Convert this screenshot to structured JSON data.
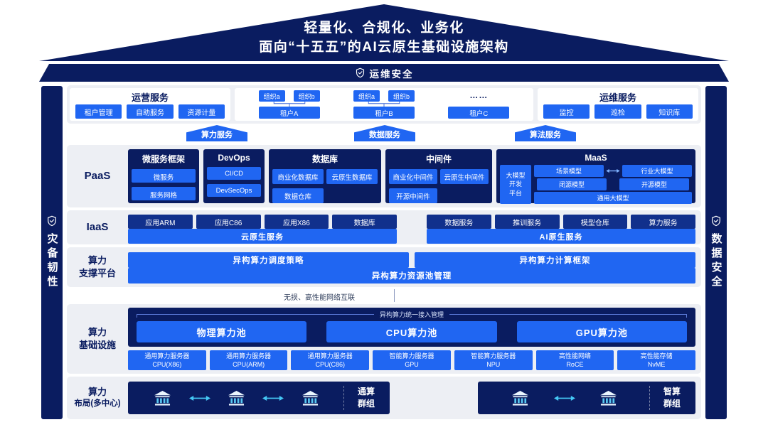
{
  "colors": {
    "navy": "#0A1C60",
    "accent": "#2066F2",
    "mid_blue": "#11308C",
    "cyan": "#45C8F5",
    "row_bg": "#EDEFF4"
  },
  "roof": {
    "line1": "轻量化、合规化、业务化",
    "line2": "面向“十五五”的AI云原生基础设施架构"
  },
  "security_bar": {
    "label": "运维安全"
  },
  "pillars": {
    "left": "灾备韧性",
    "right": "数据安全"
  },
  "ops_row": {
    "operation": {
      "title": "运营服务",
      "items": [
        "租户管理",
        "自助服务",
        "资源计量"
      ]
    },
    "tenants": {
      "groups": [
        {
          "orgs": [
            "组织a",
            "组织b"
          ],
          "tenant": "租户A"
        },
        {
          "orgs": [
            "组织a",
            "组织b"
          ],
          "tenant": "租户B"
        }
      ],
      "ellipsis": "……",
      "tenant_c": "租户C"
    },
    "maintenance": {
      "title": "运维服务",
      "items": [
        "监控",
        "巡检",
        "知识库"
      ]
    }
  },
  "service_arrows": [
    "算力服务",
    "数据服务",
    "算法服务"
  ],
  "paas": {
    "label": "PaaS",
    "microservice": {
      "title": "微服务框架",
      "items": [
        "微服务",
        "服务网格"
      ]
    },
    "devops": {
      "title": "DevOps",
      "items": [
        "CI/CD",
        "DevSecOps"
      ]
    },
    "database": {
      "title": "数据库",
      "row1": [
        "商业化数据库",
        "云原生数据库"
      ],
      "row2": "数据仓库"
    },
    "middleware": {
      "title": "中间件",
      "row1": [
        "商业化中间件",
        "云原生中间件"
      ],
      "row2": "开源中间件"
    },
    "maas": {
      "title": "MaaS",
      "platform": "大模型\n开发\n平台",
      "scene": "场景模型",
      "industry": "行业大模型",
      "closed": "闭源模型",
      "open": "开源模型",
      "general": "通用大模型"
    }
  },
  "iaas": {
    "label": "IaaS",
    "cloud_native": {
      "items": [
        "应用ARM",
        "应用C86",
        "应用X86",
        "数据库"
      ],
      "bar": "云原生服务"
    },
    "ai_native": {
      "items": [
        "数据服务",
        "推训服务",
        "模型仓库",
        "算力服务"
      ],
      "bar": "AI原生服务"
    }
  },
  "support": {
    "label1": "算力",
    "label2": "支撑平台",
    "scheduling": "异构算力调度策略",
    "framework": "异构算力计算框架",
    "pool_mgmt": "异构算力资源池管理"
  },
  "interconnect": {
    "label": "无损、高性能网络互联"
  },
  "infra": {
    "label1": "算力",
    "label2": "基础设施",
    "access": "异构算力统一接入管理",
    "pools": [
      "物理算力池",
      "CPU算力池",
      "GPU算力池"
    ],
    "servers": [
      {
        "name": "通用算力服务器",
        "type": "CPU(X86)"
      },
      {
        "name": "通用算力服务器",
        "type": "CPU(ARM)"
      },
      {
        "name": "通用算力服务器",
        "type": "CPU(C86)"
      },
      {
        "name": "智能算力服务器",
        "type": "GPU"
      },
      {
        "name": "智能算力服务器",
        "type": "NPU"
      },
      {
        "name": "高性能网络",
        "type": "RoCE"
      },
      {
        "name": "高性能存储",
        "type": "NvME"
      }
    ]
  },
  "multicenter": {
    "label1": "算力",
    "label2": "布局(多中心)",
    "general_group": {
      "line1": "通算",
      "line2": "群组"
    },
    "ai_group": {
      "line1": "智算",
      "line2": "群组"
    }
  }
}
